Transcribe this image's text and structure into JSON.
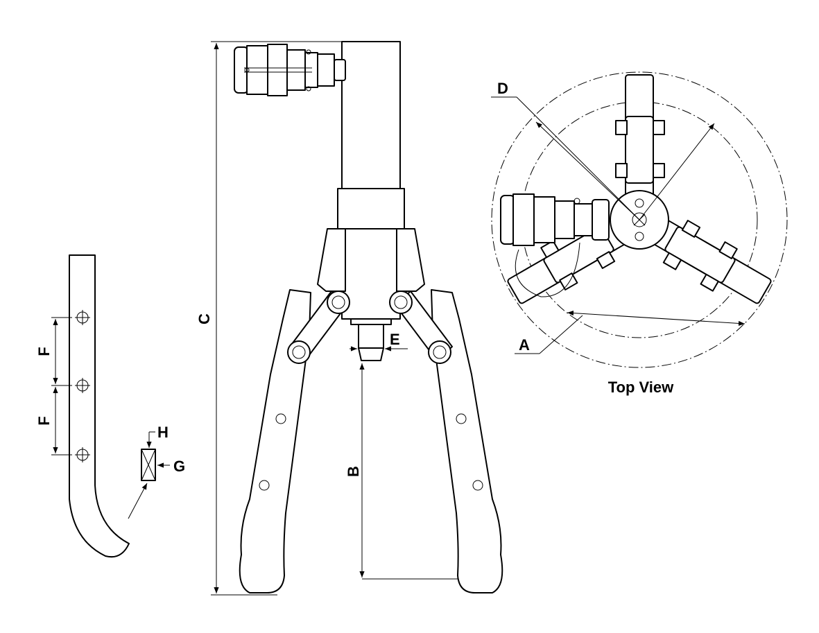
{
  "labels": {
    "A": "A",
    "B": "B",
    "C": "C",
    "D": "D",
    "E": "E",
    "F_upper": "F",
    "F_lower": "F",
    "G": "G",
    "H": "H"
  },
  "top_view_caption": "Top View",
  "colors": {
    "line": "#000000",
    "background": "#ffffff"
  }
}
